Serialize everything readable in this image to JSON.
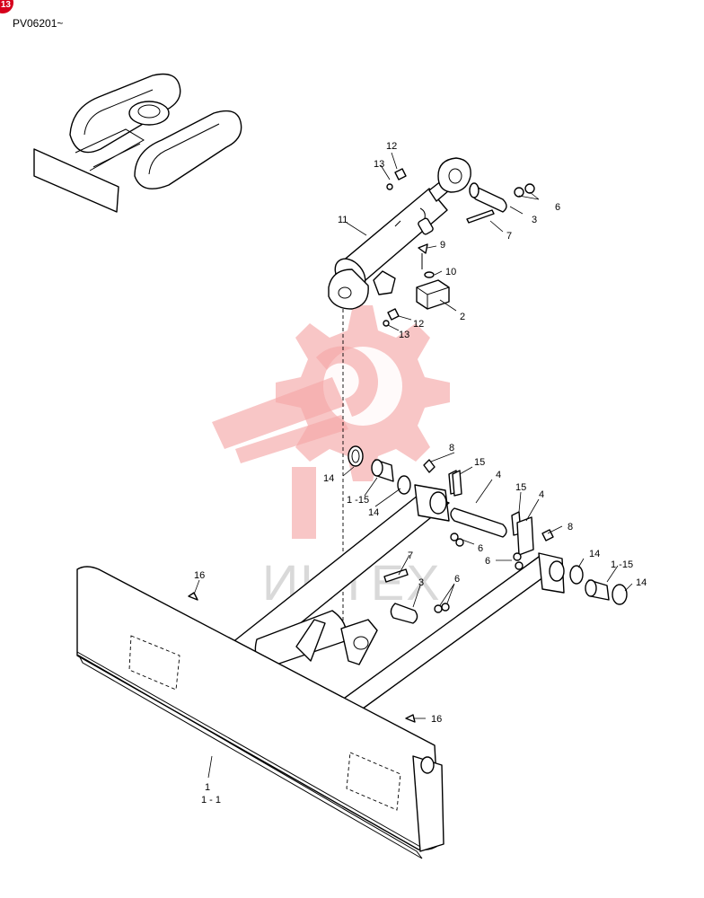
{
  "page": {
    "page_badge": "13",
    "serial_range": "PV06201~",
    "watermark_text": "ИНТЕХ"
  },
  "callouts": [
    {
      "id": "c12a",
      "label": "12"
    },
    {
      "id": "c13a",
      "label": "13"
    },
    {
      "id": "c11",
      "label": "11"
    },
    {
      "id": "c6a",
      "label": "6"
    },
    {
      "id": "c3a",
      "label": "3"
    },
    {
      "id": "c7a",
      "label": "7"
    },
    {
      "id": "c9",
      "label": "9"
    },
    {
      "id": "c10",
      "label": "10"
    },
    {
      "id": "c2",
      "label": "2"
    },
    {
      "id": "c12b",
      "label": "12"
    },
    {
      "id": "c13b",
      "label": "13"
    },
    {
      "id": "c8a",
      "label": "8"
    },
    {
      "id": "c15a",
      "label": "15"
    },
    {
      "id": "c4a",
      "label": "4"
    },
    {
      "id": "c14a",
      "label": "14"
    },
    {
      "id": "c115a",
      "label": "1 -15"
    },
    {
      "id": "c14b",
      "label": "14"
    },
    {
      "id": "c15b",
      "label": "15"
    },
    {
      "id": "c4b",
      "label": "4"
    },
    {
      "id": "c8b",
      "label": "8"
    },
    {
      "id": "c6b",
      "label": "6"
    },
    {
      "id": "c6c",
      "label": "6"
    },
    {
      "id": "c14c",
      "label": "14"
    },
    {
      "id": "c115b",
      "label": "1 -15"
    },
    {
      "id": "c14d",
      "label": "14"
    },
    {
      "id": "c7b",
      "label": "7"
    },
    {
      "id": "c3b",
      "label": "3"
    },
    {
      "id": "c6d",
      "label": "6"
    },
    {
      "id": "c16a",
      "label": "16"
    },
    {
      "id": "c16b",
      "label": "16"
    },
    {
      "id": "c1",
      "label": "1"
    },
    {
      "id": "c11sub",
      "label": "1 - 1"
    }
  ]
}
